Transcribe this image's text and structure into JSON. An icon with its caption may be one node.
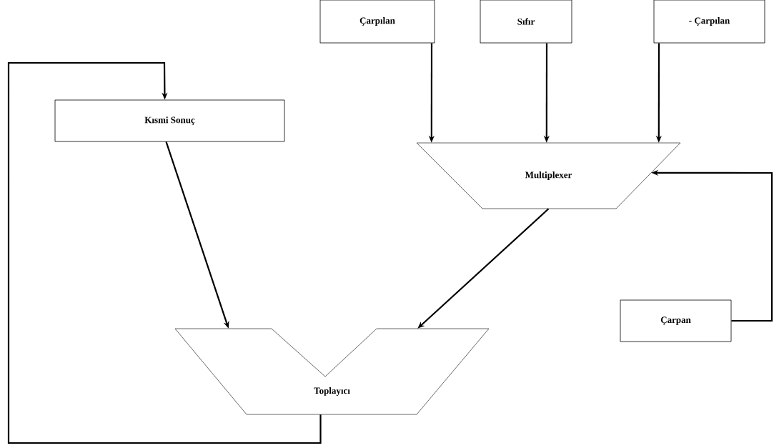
{
  "diagram": {
    "nodes": [
      {
        "text": [
          "Çarpılan"
        ]
      },
      {
        "text": [
          "Sıfır"
        ]
      },
      {
        "text": [
          "- Çarpılan"
        ]
      },
      {
        "text": [
          "Kısmi Sonuç"
        ]
      },
      {
        "text": [
          "Multiplexer"
        ]
      },
      {
        "text": [
          "Çarpan"
        ]
      },
      {
        "text": [
          "Toplayıcı"
        ]
      }
    ],
    "edges": [
      {
        "from": 0,
        "to": 4,
        "arrow": "to"
      },
      {
        "from": 1,
        "to": 4,
        "arrow": "to"
      },
      {
        "from": 2,
        "to": 4,
        "arrow": "to"
      },
      {
        "from": 5,
        "to": 4,
        "arrow": "to"
      },
      {
        "from": 3,
        "to": 6,
        "arrow": "to"
      },
      {
        "from": 4,
        "to": 6,
        "arrow": "to"
      },
      {
        "from": 6,
        "to": 3,
        "arrow": "to"
      }
    ]
  }
}
